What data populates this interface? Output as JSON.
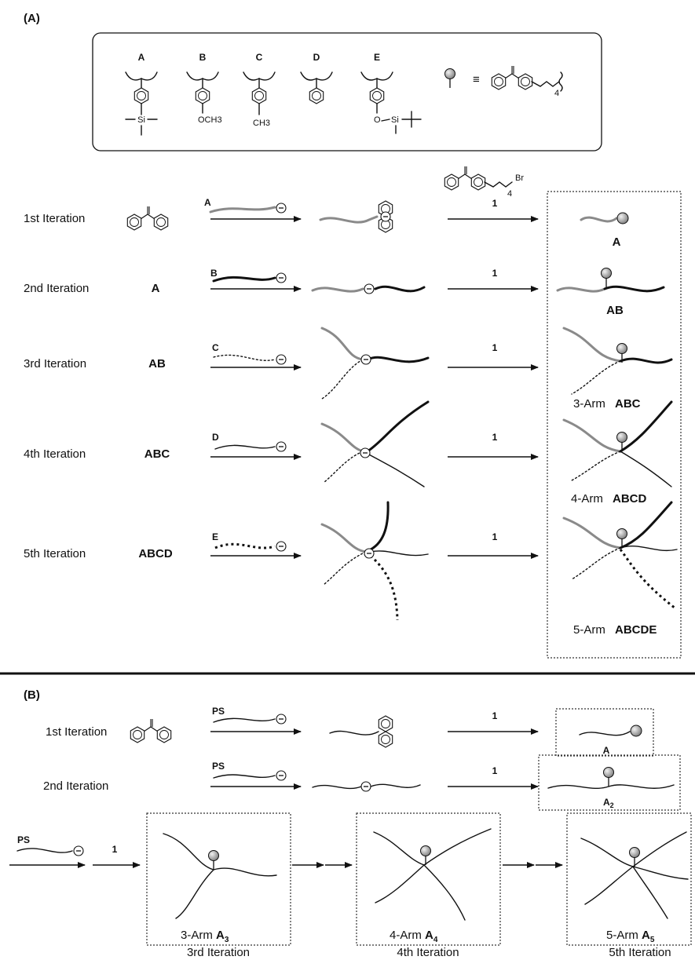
{
  "panel_a": {
    "label": "(A)",
    "monomers": [
      "A",
      "B",
      "C",
      "D",
      "E"
    ],
    "substituents": {
      "a_si": "Si",
      "b_och3": "OCH3",
      "c_ch3": "CH3",
      "e_o": "O",
      "e_si": "Si"
    },
    "legend": {
      "equiv": "≡",
      "subscript": "4"
    },
    "reagent": {
      "br": "Br",
      "subscript": "4",
      "number": "1"
    },
    "rows": [
      {
        "iteration": "1st Iteration",
        "start": "",
        "monomer": "A",
        "reagent_num": "1",
        "product_prefix": "",
        "product": "A"
      },
      {
        "iteration": "2nd Iteration",
        "start": "A",
        "monomer": "B",
        "reagent_num": "1",
        "product_prefix": "",
        "product": "AB"
      },
      {
        "iteration": "3rd Iteration",
        "start": "AB",
        "monomer": "C",
        "reagent_num": "1",
        "product_prefix": "3-Arm ",
        "product": "ABC"
      },
      {
        "iteration": "4th Iteration",
        "start": "ABC",
        "monomer": "D",
        "reagent_num": "1",
        "product_prefix": "4-Arm ",
        "product": "ABCD"
      },
      {
        "iteration": "5th Iteration",
        "start": "ABCD",
        "monomer": "E",
        "reagent_num": "1",
        "product_prefix": "5-Arm ",
        "product": "ABCDE"
      }
    ]
  },
  "panel_b": {
    "label": "(B)",
    "rows": [
      {
        "iteration": "1st Iteration",
        "monomer": "PS",
        "reagent_num": "1",
        "product": "A",
        "product_sub": ""
      },
      {
        "iteration": "2nd Iteration",
        "monomer": "PS",
        "reagent_num": "1",
        "product": "A",
        "product_sub": "2"
      }
    ],
    "lower": {
      "monomer": "PS",
      "reagent_num": "1",
      "products": [
        {
          "prefix": "3-Arm ",
          "main": "A",
          "sub": "3",
          "iteration": "3rd Iteration"
        },
        {
          "prefix": "4-Arm ",
          "main": "A",
          "sub": "4",
          "iteration": "4th Iteration"
        },
        {
          "prefix": "5-Arm ",
          "main": "A",
          "sub": "5",
          "iteration": "5th Iteration"
        }
      ]
    }
  }
}
